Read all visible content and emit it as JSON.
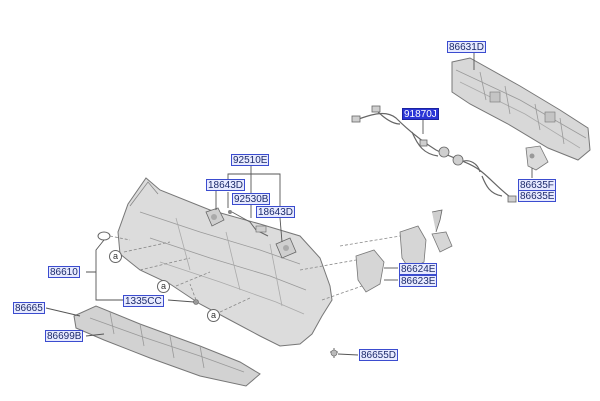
{
  "diagram": {
    "part_labels": {
      "p86631D": "86631D",
      "p91870J": "91870J",
      "p92510E": "92510E",
      "p18643D_a": "18643D",
      "p92530B": "92530B",
      "p18643D_b": "18643D",
      "p86635F": "86635F",
      "p86635E": "86635E",
      "p86610": "86610",
      "p86665": "86665",
      "p1335CC": "1335CC",
      "p86699B": "86699B",
      "p86624E": "86624E",
      "p86623E": "86623E",
      "p86655D": "86655D"
    },
    "selected_part": "91870J",
    "callout_letter": "a",
    "colors": {
      "label_fill": "#e7eaff",
      "label_border": "#3b4ccf",
      "label_text": "#1c2a6b",
      "selected_fill": "#2a35d6",
      "line": "#555555",
      "part_outline": "#777777",
      "part_fill": "#dcdcdc"
    }
  }
}
